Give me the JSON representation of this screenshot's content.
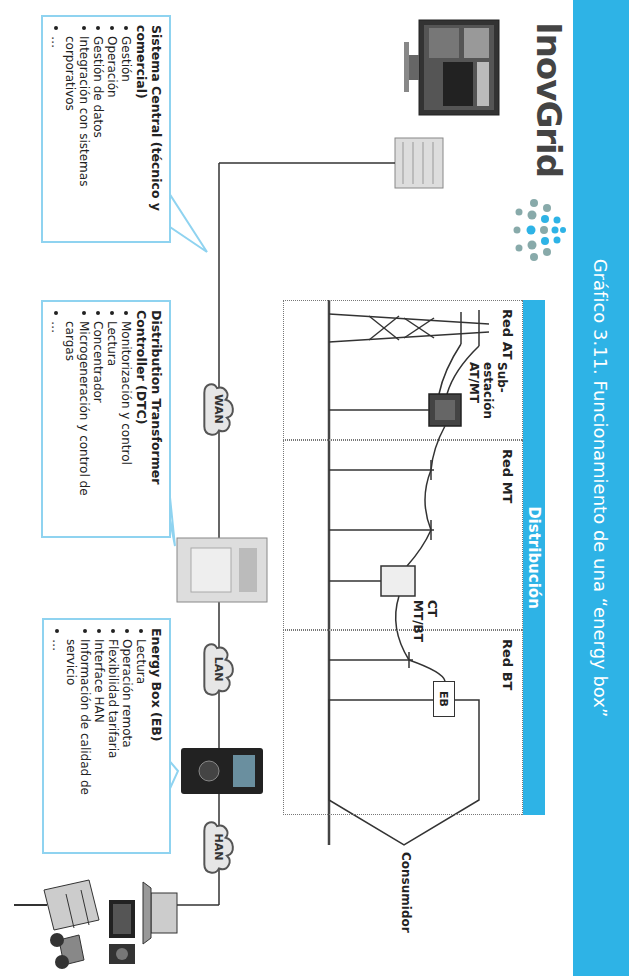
{
  "diagram": {
    "title": "Gráfico 3.11. Funcionamiento de una “energy box”",
    "nodes": [
      {
        "text": [
          "Distribución"
        ]
      },
      {
        "text": [
          "Red AT"
        ]
      },
      {
        "text": [
          "Red MT"
        ]
      },
      {
        "text": [
          "Red BT"
        ]
      },
      {
        "text": [
          "EB"
        ],
        "in": 3
      },
      {
        "text": [
          "WAN"
        ]
      },
      {
        "text": [
          "LAN"
        ]
      },
      {
        "text": [
          "HAN"
        ]
      },
      {
        "text": [
          "Sistema Central (técnico y comercial)",
          "Gestión",
          "Operación",
          "Gestión de datos",
          "Integración con sistemas corporativos",
          "…"
        ]
      },
      {
        "text": [
          "Distribution Transformer Controller (DTC)",
          "Monitorización y control",
          "Lectura",
          "Concentrador",
          "Microgeneración y control de cargas",
          "…"
        ]
      },
      {
        "text": [
          "Energy Box (EB)",
          "Lectura",
          "Operación remota",
          "Flexibilidad tarifaria",
          "Interface HAN",
          "Información de calidad de servicio",
          "…"
        ]
      }
    ],
    "labels": [
      "InovGrid",
      "Sub-estación AT/MT",
      "CT MT/BT",
      "Consumidor"
    ]
  }
}
